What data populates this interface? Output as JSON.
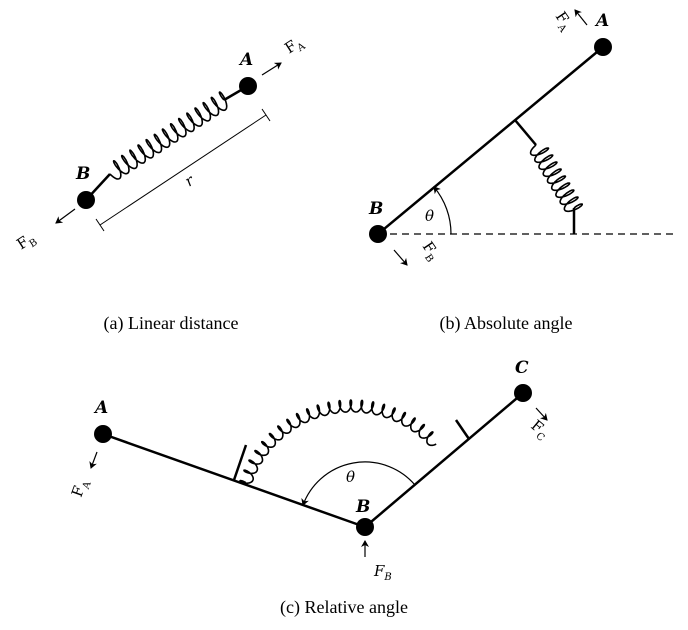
{
  "panels": {
    "a": {
      "caption": "(a) Linear distance",
      "node_a": "A",
      "node_b": "B",
      "force_a_main": "F",
      "force_a_sub": "A",
      "force_b_main": "F",
      "force_b_sub": "B",
      "distance_label": "r"
    },
    "b": {
      "caption": "(b) Absolute angle",
      "node_a": "A",
      "node_b": "B",
      "force_a_main": "F",
      "force_a_sub": "A",
      "force_b_main": "F",
      "force_b_sub": "B",
      "angle_label": "θ"
    },
    "c": {
      "caption": "(c) Relative angle",
      "node_a": "A",
      "node_b": "B",
      "node_c": "C",
      "force_a_main": "F",
      "force_a_sub": "A",
      "force_b_main": "F",
      "force_b_sub": "B",
      "force_c_main": "F",
      "force_c_sub": "C",
      "angle_label": "θ"
    }
  }
}
